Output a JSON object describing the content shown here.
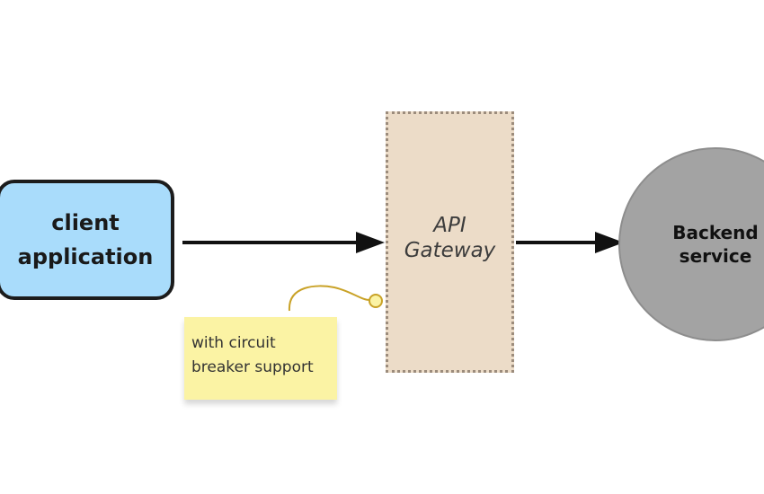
{
  "diagram": {
    "client": {
      "label_line1": "client",
      "label_line2": "application",
      "fill": "#a9dcfb",
      "border": "#1c1c1c"
    },
    "gateway": {
      "label_line1": "API",
      "label_line2": "Gateway",
      "fill": "#ecdcc8",
      "border": "#9c8c7c"
    },
    "backend": {
      "label_line1": "Backend",
      "label_line2": "service",
      "fill": "#a3a3a3"
    },
    "note": {
      "line1": "with circuit",
      "line2": "breaker support",
      "fill": "#fbf3a4",
      "connector_color": "#c9a227"
    },
    "arrow_color": "#111111"
  }
}
